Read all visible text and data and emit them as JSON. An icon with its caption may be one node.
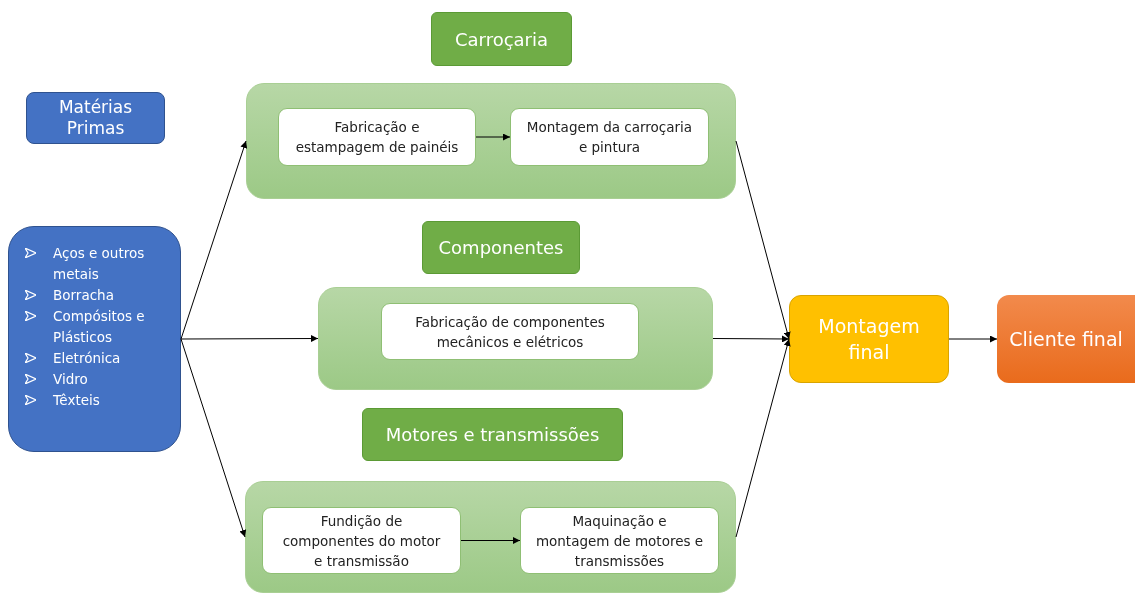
{
  "diagram": {
    "nodes": [
      {
        "text": [
          "Matérias Primas"
        ]
      },
      {
        "text": [
          "Aços e outros metais",
          "Borracha",
          "Compósitos e Plásticos",
          "Eletrónica",
          "Vidro",
          "Têxteis"
        ]
      },
      {
        "text": [
          "Carroçaria"
        ]
      },
      {
        "text": [],
        "shape": "box"
      },
      {
        "text": [
          "Fabricação e estampagem de painéis"
        ],
        "in": 3
      },
      {
        "text": [
          "Montagem da carroçaria e pintura"
        ],
        "in": 3
      },
      {
        "text": [
          "Componentes"
        ]
      },
      {
        "text": [],
        "shape": "box"
      },
      {
        "text": [
          "Fabricação de componentes mecânicos e elétricos"
        ],
        "in": 7
      },
      {
        "text": [
          "Motores e transmissões"
        ]
      },
      {
        "text": [],
        "shape": "box"
      },
      {
        "text": [
          "Fundição de componentes do motor e transmissão"
        ],
        "in": 10
      },
      {
        "text": [
          "Maquinação e montagem de motores e transmissões"
        ],
        "in": 10
      },
      {
        "text": [
          "Montagem final"
        ]
      },
      {
        "text": [
          "Cliente final"
        ]
      }
    ],
    "edges": [
      {
        "from": 1,
        "to": 3,
        "arrow": "to"
      },
      {
        "from": 1,
        "to": 7,
        "arrow": "to"
      },
      {
        "from": 1,
        "to": 10,
        "arrow": "to"
      },
      {
        "from": 4,
        "to": 5,
        "arrow": "to"
      },
      {
        "from": 11,
        "to": 12,
        "arrow": "to"
      },
      {
        "from": 3,
        "to": 13,
        "arrow": "to"
      },
      {
        "from": 7,
        "to": 13,
        "arrow": "to"
      },
      {
        "from": 10,
        "to": 13,
        "arrow": "to"
      },
      {
        "from": 13,
        "to": 14,
        "arrow": "to"
      }
    ]
  }
}
